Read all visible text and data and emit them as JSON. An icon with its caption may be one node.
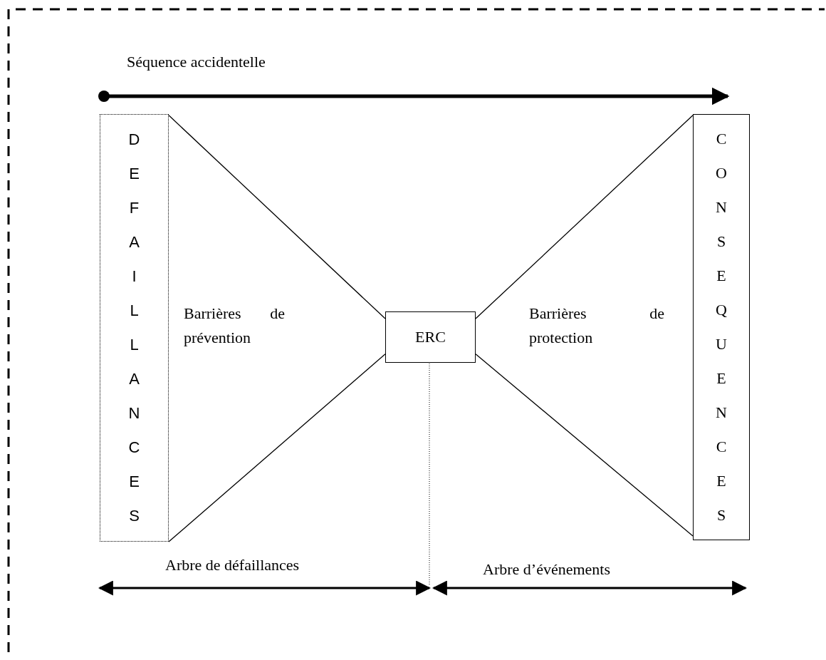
{
  "diagram": {
    "nodes": [
      {
        "text": [
          "DEFAILLANCES"
        ]
      },
      {
        "text": [
          "ERC"
        ]
      },
      {
        "text": [
          "CONSEQUENCES"
        ]
      }
    ],
    "edges": [
      {
        "from": 0,
        "to": 1,
        "arrow": "none"
      },
      {
        "from": 0,
        "to": 1,
        "arrow": "none"
      },
      {
        "from": 1,
        "to": 2,
        "arrow": "none"
      },
      {
        "from": 1,
        "to": 2,
        "arrow": "none"
      }
    ],
    "labels": [
      "Séquence accidentelle",
      "Barrières de prévention",
      "Barrières de protection",
      "Arbre de défaillances",
      "Arbre d’événements"
    ]
  }
}
